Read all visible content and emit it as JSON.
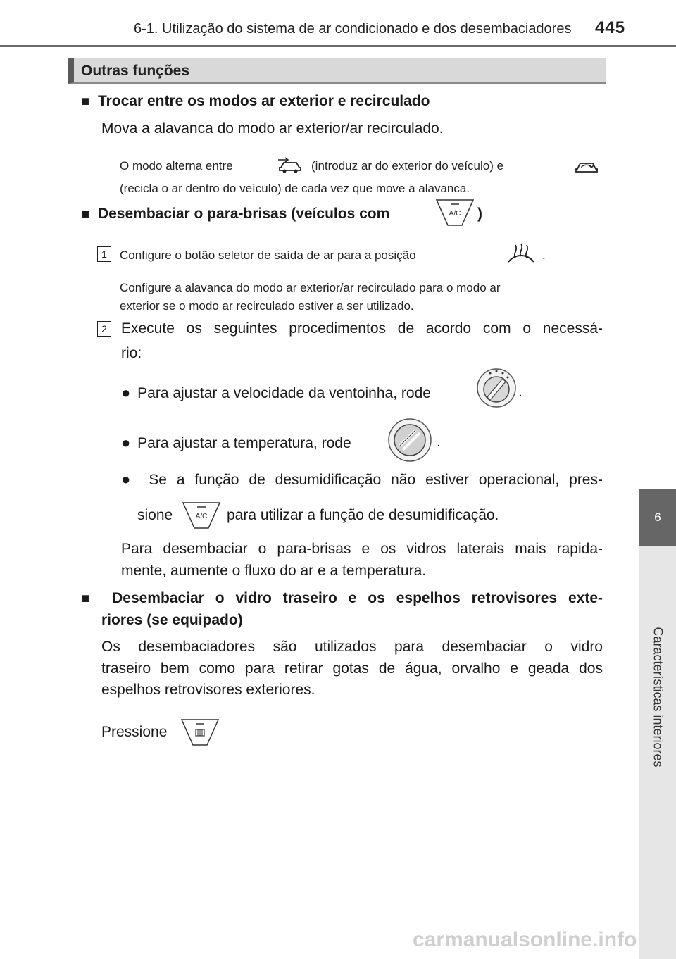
{
  "header": {
    "chapter_title": "6-1. Utilização do sistema de ar condicionado e dos desembaciadores",
    "page_number": "445"
  },
  "side_tab": {
    "chapter_number": "6",
    "chapter_name": "Características interiores"
  },
  "section": {
    "title": "Outras funções"
  },
  "block1": {
    "heading": "Trocar entre os modos ar exterior e recirculado",
    "body": "Mova a alavanca do modo ar exterior/ar recirculado.",
    "note_line1_a": "O modo alterna entre",
    "note_line1_b": "(introduz ar do exterior do veículo) e",
    "note_line2": "(recicla o ar dentro do veículo) de cada vez que move a alavanca."
  },
  "block2": {
    "heading_a": "Desembaciar o para-brisas (veículos com",
    "heading_b": ")",
    "step1_marker": "1",
    "step1_text_a": "Configure o botão seletor de saída de ar para a posição",
    "step1_text_b": ".",
    "step1_note_line1": "Configure a alavanca do modo ar exterior/ar recirculado para o modo ar",
    "step1_note_line2": "exterior se o modo ar recirculado estiver a ser utilizado.",
    "step2_marker": "2",
    "step2_text_line1": "Execute os seguintes procedimentos de acordo com o necessá-",
    "step2_text_line2": "rio:",
    "bullet1_a": "Para ajustar a velocidade da ventoinha, rode",
    "bullet1_b": ".",
    "bullet2_a": "Para ajustar a temperatura, rode",
    "bullet2_b": ".",
    "bullet3_line1": "Se a função de desumidificação não estiver operacional, pres-",
    "bullet3_line2_a": "sione",
    "bullet3_line2_b": "para utilizar a função de desumidificação.",
    "tip_line1": "Para desembaciar o para-brisas e os vidros laterais mais rapida-",
    "tip_line2": "mente, aumente o fluxo do ar e a temperatura."
  },
  "block3": {
    "heading_line1": "Desembaciar o vidro traseiro e os espelhos retrovisores exte-",
    "heading_line2": "riores (se equipado)",
    "body_line1": "Os desembaciadores são utilizados para desembaciar o vidro",
    "body_line2": "traseiro bem como para retirar gotas de água, orvalho e geada dos",
    "body_line3": "espelhos retrovisores exteriores.",
    "press_label": "Pressione"
  },
  "icons": {
    "square_bullet": "■",
    "round_bullet": "●",
    "ac_button_label": "A/C"
  },
  "watermark": "carmanualsonline.info"
}
